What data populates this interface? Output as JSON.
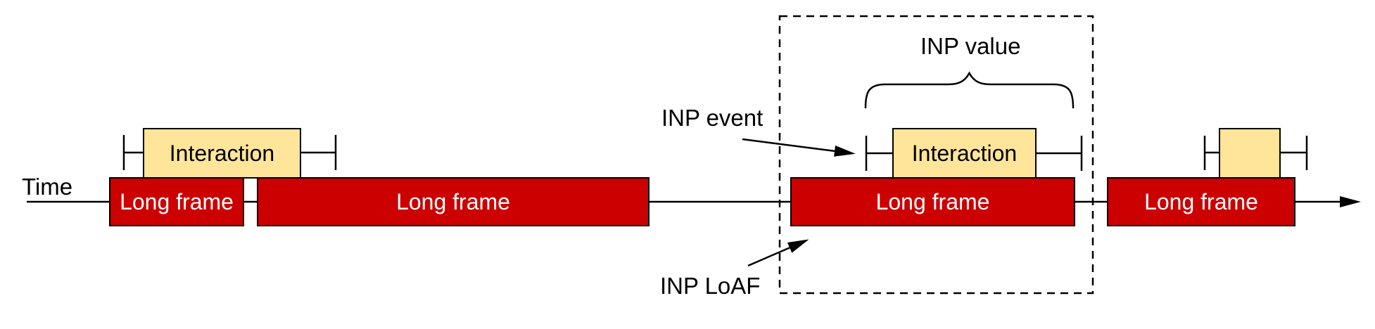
{
  "colors": {
    "long_frame_fill": "#CC0000",
    "long_frame_text": "#FFFFFF",
    "interaction_fill": "#FFE599",
    "interaction_text": "#000000",
    "outline": "#000000",
    "label_text": "#000000"
  },
  "timeline": {
    "label": "Time"
  },
  "long_frames": [
    {
      "label": "Long frame"
    },
    {
      "label": "Long frame"
    },
    {
      "label": "Long frame"
    },
    {
      "label": "Long frame"
    }
  ],
  "interactions": [
    {
      "label": "Interaction"
    },
    {
      "label": "Interaction"
    },
    {
      "label": ""
    }
  ],
  "annotations": {
    "inp_value": "INP value",
    "inp_event": "INP event",
    "inp_loaf": "INP LoAF"
  }
}
